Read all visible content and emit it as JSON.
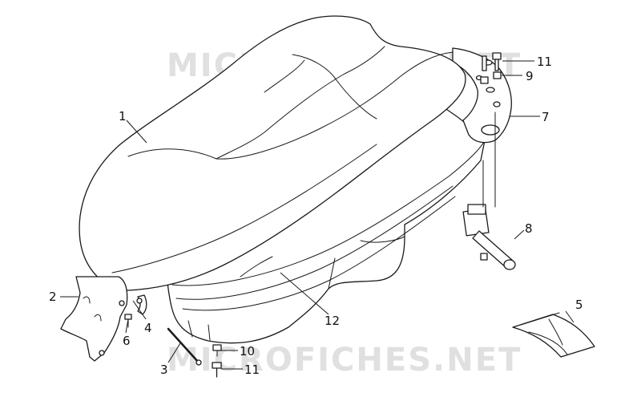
{
  "watermark": {
    "text": "MICROFICHES.NET"
  },
  "callouts": {
    "c1": "1",
    "c2": "2",
    "c3": "3",
    "c4": "4",
    "c5": "5",
    "c6": "6",
    "c7": "7",
    "c8": "8",
    "c9": "9",
    "c10": "10",
    "c11_top": "11",
    "c11_bottom": "11",
    "c12": "12"
  },
  "colors": {
    "line": "#1a1a1a",
    "watermark": "#d6d6d6",
    "background": "#ffffff"
  }
}
